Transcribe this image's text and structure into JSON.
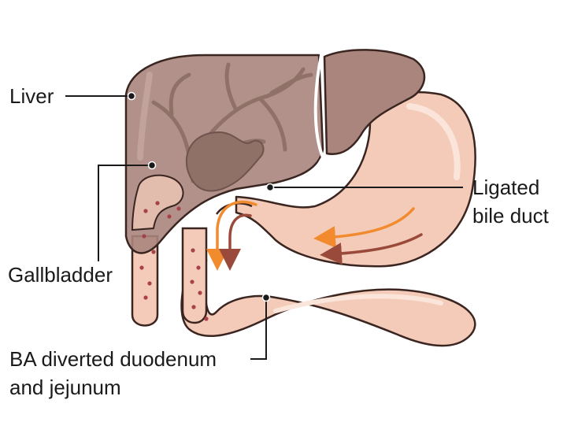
{
  "labels": {
    "liver": "Liver",
    "gallbladder": "Gallbladder",
    "ligated_duct_line1": "Ligated",
    "ligated_duct_line2": "bile duct",
    "diverted_line1": "BA diverted duodenum",
    "diverted_line2": "and jejunum"
  },
  "colors": {
    "liver_fill": "#a9857d",
    "liver_edge": "#3b2520",
    "bile_ducts": "#8f7168",
    "intestine_fill": "#f3cbb8",
    "intestine_highlight": "#fbe5da",
    "blood_dots": "#a8414a",
    "arrow_orange": "#f28a2e",
    "arrow_brown": "#9a4a3a",
    "leader_line": "#1a1a1a"
  }
}
